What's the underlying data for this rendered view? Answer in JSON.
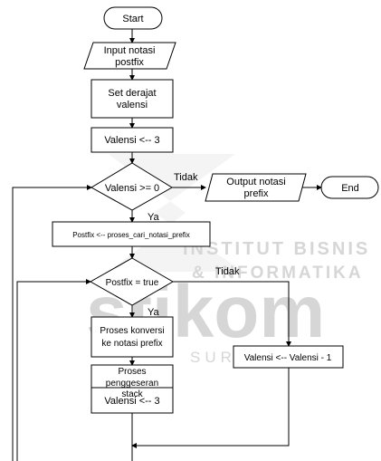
{
  "diagram": {
    "watermark": {
      "line1": "INSTITUT BISNIS",
      "line2": "& INFORMATIKA",
      "word": "stikom",
      "sub": "SURABAYA"
    },
    "nodes": {
      "start": "Start",
      "input_line1": "Input notasi",
      "input_line2": "postfix",
      "set_line1": "Set derajat",
      "set_line2": "valensi",
      "valensi_init": "Valensi <-- 3",
      "decision1": "Valensi >= 0",
      "output_line1": "Output notasi",
      "output_line2": "prefix",
      "end": "End",
      "postfix_assign": "Postfix <-- proses_cari_notasi_prefix",
      "decision2": "Postfix = true",
      "konversi_line1": "Proses konversi",
      "konversi_line2": "ke notasi prefix",
      "geser_line1": "Proses",
      "geser_line2": "penggeseran",
      "geser_line3": "stack",
      "valensi_reset": "Valensi <-- 3",
      "valensi_decrement": "Valensi <-- Valensi - 1"
    },
    "edge_labels": {
      "d1_no": "Tidak",
      "d1_yes": "Ya",
      "d2_no": "Tidak",
      "d2_yes": "Ya"
    }
  }
}
